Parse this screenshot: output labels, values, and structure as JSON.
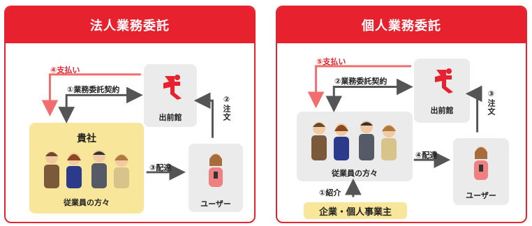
{
  "colors": {
    "accent": "#e8212e",
    "arrow_gray": "#555555",
    "arrow_red": "#f26d6d",
    "box_gray": "#ebebeb",
    "box_yellow": "#f8e69a"
  },
  "left": {
    "title": "法人業務委託",
    "pay_label": "④支払い",
    "contract_label": "①業務委託契約",
    "brand_label": "出前館",
    "order_label": "②注文",
    "company_title": "貴社",
    "staff_label": "従業員の方々",
    "delivery_label": "③配達",
    "user_label": "ユーザー"
  },
  "right": {
    "title": "個人業務委託",
    "pay_label": "⑤支払い",
    "contract_label": "②業務委託契約",
    "brand_label": "出前館",
    "order_label": "③注文",
    "staff_label": "従業員の方々",
    "delivery_label": "④配達",
    "user_label": "ユーザー",
    "intro_label": "①紹介",
    "owner_label": "企業・個人事業主"
  }
}
